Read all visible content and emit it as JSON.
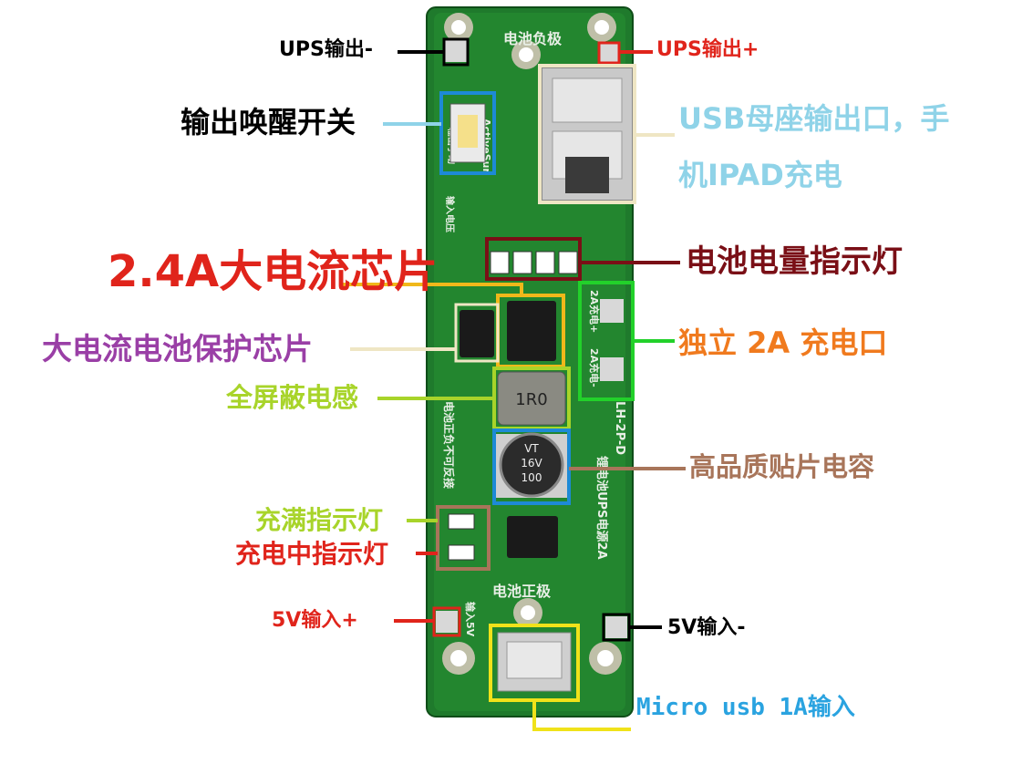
{
  "board": {
    "top_text": "电池负极",
    "bottom_text": "电池正极",
    "silk_wake": "输出手动",
    "silk_input_spec": "输入电压",
    "silk_note": "电池正负不可反接",
    "silk_model": "LH-2P-D",
    "silk_name": "锂电池UPS电源2A",
    "silk_charge_pos": "2A充电+",
    "silk_charge_neg": "2A充电-",
    "silk_input_bottom": "输入5V",
    "inductor_marking": "1R0",
    "capacitor_marking_1": "100",
    "capacitor_marking_2": "16V",
    "capacitor_marking_3": "VT",
    "brand": "ActiveSun"
  },
  "annotations": {
    "ups_out_minus": "UPS输出-",
    "ups_out_plus": "UPS输出+",
    "wake_switch": "输出唤醒开关",
    "usb_port_line1": "USB母座输出口，手",
    "usb_port_line2": "机IPAD充电",
    "chip_24a": "2.4A大电流芯片",
    "battery_leds": "电池电量指示灯",
    "protect_chip": "大电流电池保护芯片",
    "charge_2a": "独立 2A 充电口",
    "shield_inductor": "全屏蔽电感",
    "smd_cap": "高品质贴片电容",
    "full_led": "充满指示灯",
    "charging_led": "充电中指示灯",
    "in_plus": "5V输入+",
    "in_minus": "5V输入-",
    "micro_usb": "Micro usb 1A输入"
  },
  "colors": {
    "pcb": "#1f7a2c",
    "black": "#000000",
    "red": "#e0241b",
    "lightblue": "#8fd3e8",
    "cream": "#efe6c4",
    "darkred": "#7a0f16",
    "purple": "#9a3fa6",
    "orange": "#f07a1e",
    "lime": "#a8d42a",
    "brown": "#a8755a",
    "yellow": "#f0e21a",
    "blue": "#1d8ad6",
    "green": "#22d12a",
    "sky": "#2aa3e0"
  }
}
